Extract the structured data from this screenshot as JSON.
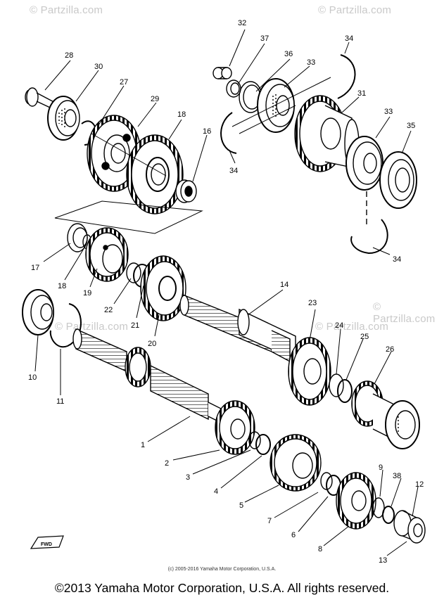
{
  "watermarks": [
    "© Partzilla.com",
    "© Partzilla.com",
    "© Partzilla.com",
    "© Partzilla.com",
    "© Partzilla.com"
  ],
  "small_copyright": "(c) 2005-2016 Yamaha Motor Corporation, U.S.A.",
  "footer": "©2013 Yamaha Motor Corporation, U.S.A. All rights reserved.",
  "fwd_label": "FWD",
  "callouts": {
    "c1": "1",
    "c2": "2",
    "c3": "3",
    "c4": "4",
    "c5": "5",
    "c6": "6",
    "c7": "7",
    "c8": "8",
    "c9": "9",
    "c10": "10",
    "c11": "11",
    "c12": "12",
    "c13": "13",
    "c14": "14",
    "c16": "16",
    "c17": "17",
    "c18a": "18",
    "c18b": "18",
    "c19": "19",
    "c20": "20",
    "c21": "21",
    "c22": "22",
    "c23": "23",
    "c24": "24",
    "c25": "25",
    "c26": "26",
    "c27": "27",
    "c28": "28",
    "c29": "29",
    "c30": "30",
    "c31": "31",
    "c32": "32",
    "c33a": "33",
    "c33b": "33",
    "c34a": "34",
    "c34b": "34",
    "c34c": "34",
    "c35": "35",
    "c36": "36",
    "c37": "37",
    "c38": "38"
  }
}
